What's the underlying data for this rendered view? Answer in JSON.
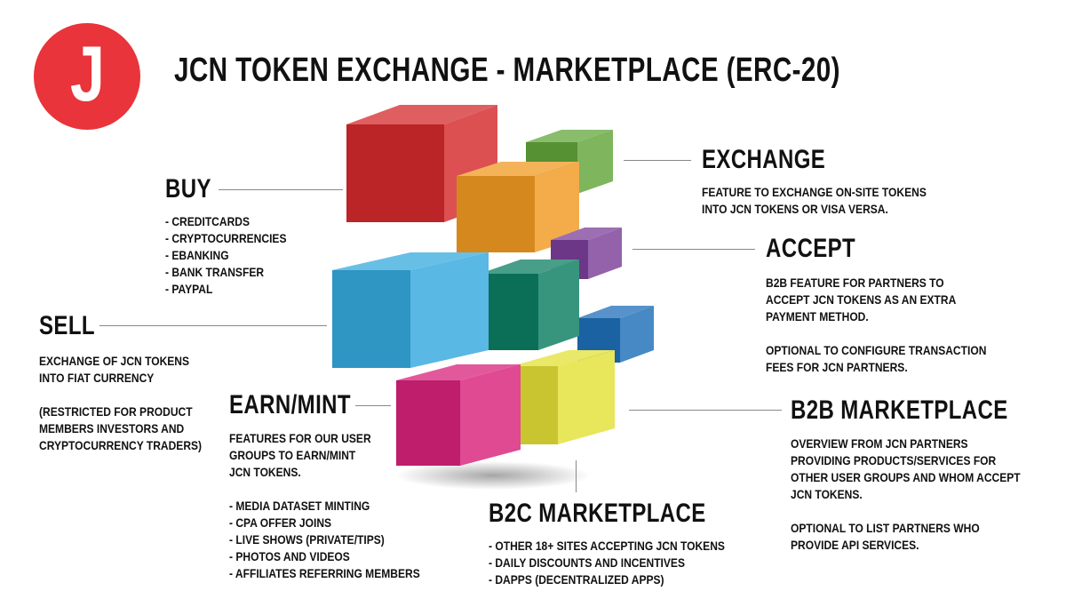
{
  "logo": {
    "letter": "J",
    "color": "#e8343a"
  },
  "title": "JCN TOKEN EXCHANGE - MARKETPLACE (ERC-20)",
  "sections": {
    "buy": {
      "heading": "BUY",
      "items": [
        "CREDITCARDS",
        "CRYPTOCURRENCIES",
        "EBANKING",
        "BANK TRANSFER",
        "PAYPAL"
      ]
    },
    "sell": {
      "heading": "SELL",
      "line1": "EXCHANGE OF JCN TOKENS",
      "line2": "INTO FIAT CURRENCY",
      "note1": "(RESTRICTED FOR PRODUCT",
      "note2": "MEMBERS INVESTORS AND",
      "note3": "CRYPTOCURRENCY TRADERS)"
    },
    "earn": {
      "heading": "EARN/MINT",
      "line1": "FEATURES FOR OUR USER",
      "line2": "GROUPS TO EARN/MINT",
      "line3": "JCN TOKENS.",
      "items": [
        "MEDIA DATASET MINTING",
        "CPA OFFER JOINS",
        "LIVE SHOWS (PRIVATE/TIPS)",
        "PHOTOS AND VIDEOS",
        "AFFILIATES REFERRING MEMBERS"
      ]
    },
    "exchange": {
      "heading": "EXCHANGE",
      "line1": "FEATURE TO EXCHANGE ON-SITE TOKENS",
      "line2": "INTO JCN TOKENS OR VISA VERSA."
    },
    "accept": {
      "heading": "ACCEPT",
      "line1": "B2B FEATURE FOR PARTNERS TO",
      "line2": "ACCEPT JCN TOKENS AS AN EXTRA",
      "line3": "PAYMENT METHOD.",
      "line4": "OPTIONAL TO CONFIGURE TRANSACTION",
      "line5": "FEES FOR JCN PARTNERS."
    },
    "b2b": {
      "heading": "B2B MARKETPLACE",
      "line1": "OVERVIEW FROM JCN PARTNERS",
      "line2": "PROVIDING PRODUCTS/SERVICES FOR",
      "line3": "OTHER USER GROUPS AND WHOM ACCEPT",
      "line4": "JCN TOKENS.",
      "line5": "OPTIONAL TO LIST PARTNERS WHO",
      "line6": "PROVIDE API SERVICES."
    },
    "b2c": {
      "heading": "B2C MARKETPLACE",
      "items": [
        "OTHER 18+ SITES ACCEPTING JCN TOKENS",
        "DAILY DISCOUNTS AND INCENTIVES",
        "DAPPS (DECENTRALIZED APPS)"
      ]
    }
  },
  "cube_colors": {
    "red": "#d42a2c",
    "orange": "#f29a22",
    "green": "#62a53a",
    "purple": "#7b3f98",
    "cyan": "#35a9de",
    "teal": "#0b7e62",
    "blue": "#1f6fb8",
    "magenta": "#d8227a",
    "yellow": "#e3e036"
  }
}
